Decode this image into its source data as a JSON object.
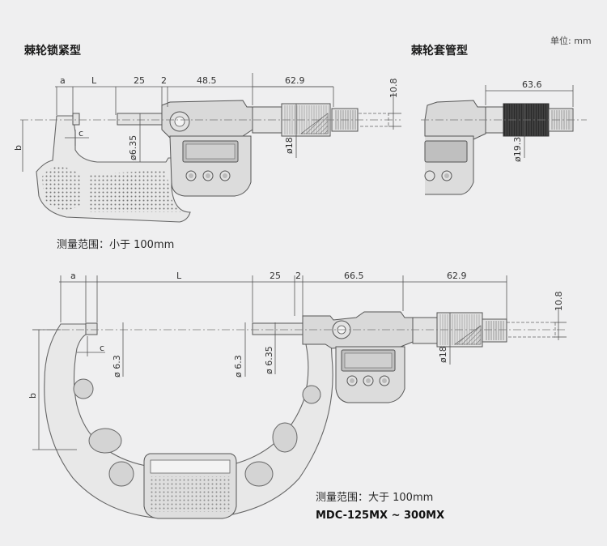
{
  "titles": {
    "ratchet_lock": "棘轮锁紧型",
    "ratchet_sleeve": "棘轮套管型",
    "unit": "单位: mm"
  },
  "captions": {
    "small_range": "测量范围：小于 100mm",
    "large_range": "测量范围：大于 100mm",
    "model": "MDC-125MX ~ 300MX"
  },
  "top_dimensions": {
    "a": "a",
    "L": "L",
    "d25": "25",
    "d2": "2",
    "d48_5": "48.5",
    "d62_9": "62.9",
    "d10_8": "10.8",
    "c": "c",
    "b": "b",
    "dia6_35": "ø6.35",
    "dia18": "ø18"
  },
  "right_dimensions": {
    "d63_6": "63.6",
    "dia19_3": "ø19.3"
  },
  "bottom_dimensions": {
    "a": "a",
    "L": "L",
    "d25": "25",
    "d2": "2",
    "d66_5": "66.5",
    "d62_9": "62.9",
    "d10_8": "10.8",
    "c": "c",
    "b": "b",
    "dia6_3_left": "ø 6.3",
    "dia6_3_mid": "ø 6.3",
    "dia6_35": "ø 6.35",
    "dia18": "ø18"
  }
}
